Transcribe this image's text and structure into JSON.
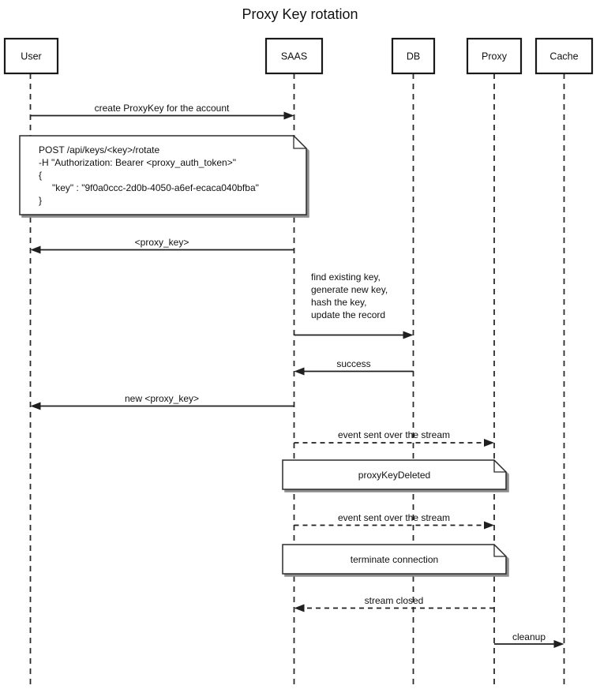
{
  "title": "Proxy Key rotation",
  "actors": {
    "user": "User",
    "saas": "SAAS",
    "db": "DB",
    "proxy": "Proxy",
    "cache": "Cache"
  },
  "messages": {
    "create_proxykey": "create ProxyKey for the account",
    "proxy_key": "<proxy_key>",
    "rotate_steps": {
      "line1": "find existing key,",
      "line2": "generate new key,",
      "line3": "hash the key,",
      "line4": "update the record"
    },
    "success": "success",
    "new_proxy_key": "new <proxy_key>",
    "event_stream_1": "event sent over the stream",
    "event_stream_2": "event sent over the stream",
    "stream_closed": "stream closed",
    "cleanup": "cleanup"
  },
  "notes": {
    "request": {
      "line1": "POST /api/keys/<key>/rotate",
      "line2": "-H \"Authorization: Bearer <proxy_auth_token>\"",
      "line3": "{",
      "line4": "\"key\" : \"9f0a0ccc-2d0b-4050-a6ef-ecaca040bfba\"",
      "line5": "}"
    },
    "proxy_key_deleted": "proxyKeyDeleted",
    "terminate_connection": "terminate connection"
  },
  "colors": {
    "line": "#1f1f1f",
    "text": "#111111",
    "background": "#ffffff",
    "note_fill": "#ffffff",
    "shadow": "#8c8c8c"
  }
}
